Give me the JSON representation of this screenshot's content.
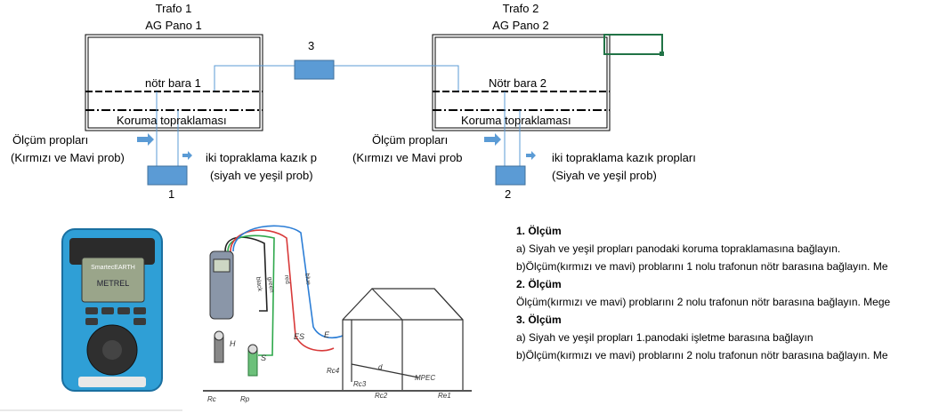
{
  "left": {
    "trafo": "Trafo 1",
    "pano": "AG Pano 1",
    "notr": "nötr bara 1",
    "koruma": "Koruma topraklaması",
    "olcum_line1": "Ölçüm propları",
    "olcum_line2": "(Kırmızı ve Mavi prob)",
    "kazik_line1": "iki topraklama kazık p",
    "kazik_line2": "(siyah ve yeşil prob)",
    "num": "1"
  },
  "right": {
    "trafo": "Trafo 2",
    "pano": "AG Pano 2",
    "notr": "Nötr bara 2",
    "koruma": "Koruma topraklaması",
    "olcum_line1": "Ölçüm propları",
    "olcum_line2": "(Kırmızı ve Mavi prob",
    "kazik_line1": "iki topraklama kazık propları",
    "kazik_line2": "(Siyah ve yeşil prob)",
    "num": "2"
  },
  "middle": {
    "num": "3"
  },
  "device": {
    "brand": "SmartecEARTH",
    "model": "METREL",
    "wire_labels": [
      "black",
      "green",
      "red",
      "blue"
    ],
    "terminal_labels": [
      "H",
      "S",
      "ES",
      "E"
    ],
    "resistances": [
      "Rc",
      "Rp",
      "Rc4",
      "Rc3",
      "Rc2",
      "Re1"
    ],
    "d_label": "d",
    "mpec_label": "MPEC"
  },
  "steps": [
    {
      "title": "1. Ölçüm",
      "lines": [
        "a) Siyah ve yeşil propları panodaki koruma topraklamasına bağlayın.",
        "b)Ölçüm(kırmızı ve mavi) problarını 1 nolu trafonun nötr barasına bağlayın. Me"
      ]
    },
    {
      "title": "2. Ölçüm",
      "lines": [
        "Ölçüm(kırmızı ve mavi) problarını 2 nolu trafonun nötr barasına bağlayın. Mege"
      ]
    },
    {
      "title": "3. Ölçüm",
      "lines": [
        "a) Siyah ve yeşil propları 1.panodaki işletme barasına bağlayın",
        "b)Ölçüm(kırmızı ve mavi) problarını 2 nolu trafonun nötr barasına bağlayın. Me"
      ]
    }
  ],
  "colors": {
    "box_fill": "#5b9bd5",
    "box_stroke": "#41719c",
    "line_blue": "#5b9bd5",
    "excel_green": "#217346",
    "device_blue": "#2f9fd6"
  }
}
